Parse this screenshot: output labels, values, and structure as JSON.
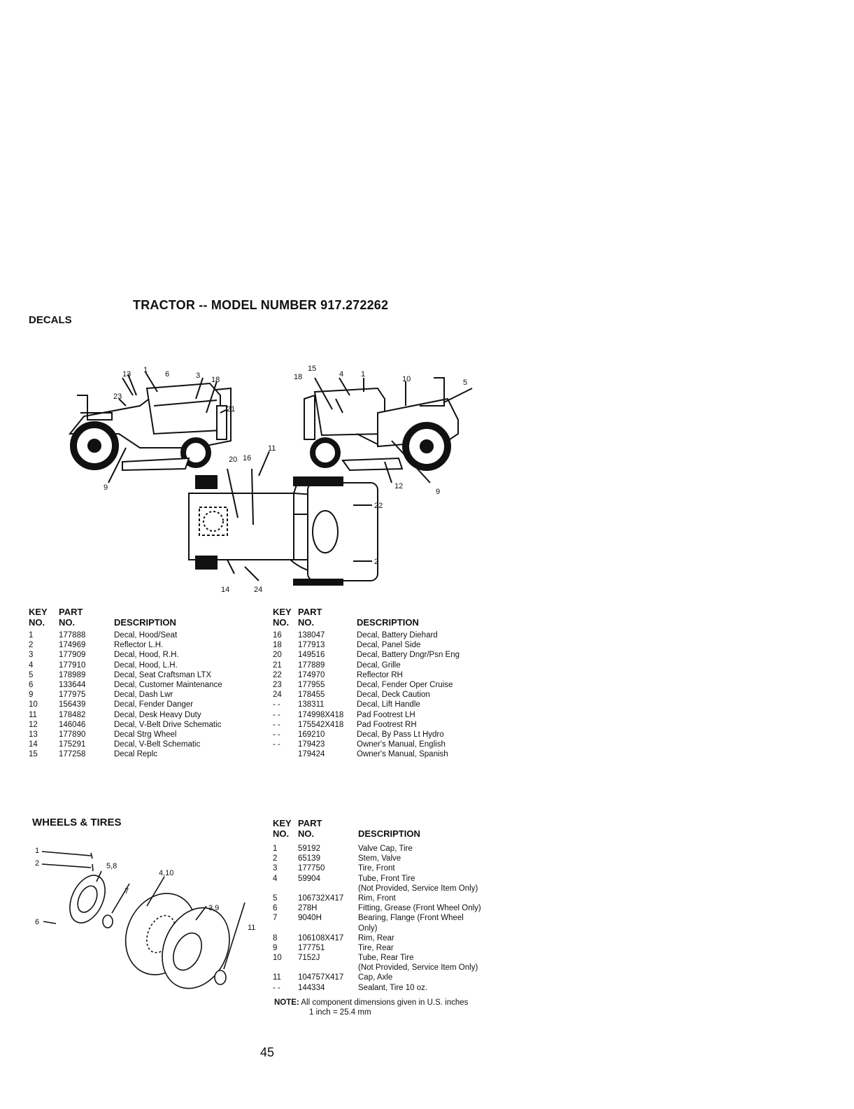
{
  "title": "TRACTOR -- MODEL NUMBER 917.272262",
  "decals": {
    "heading": "DECALS",
    "callouts": {
      "left_side": [
        "13",
        "1",
        "6",
        "3",
        "18",
        "23",
        "21",
        "9"
      ],
      "right_side": [
        "15",
        "18",
        "4",
        "1",
        "10",
        "5",
        "12",
        "9"
      ],
      "top_view": [
        "11",
        "20",
        "16",
        "22",
        "2",
        "14",
        "24"
      ]
    },
    "table_headers": {
      "key1": "KEY",
      "key2": "NO.",
      "part1": "PART",
      "part2": "NO.",
      "desc": "DESCRIPTION"
    },
    "left_rows": [
      {
        "key": "1",
        "part": "177888",
        "desc": "Decal, Hood/Seat"
      },
      {
        "key": "2",
        "part": "174969",
        "desc": "Reflector L.H."
      },
      {
        "key": "3",
        "part": "177909",
        "desc": "Decal, Hood, R.H."
      },
      {
        "key": "4",
        "part": "177910",
        "desc": "Decal, Hood, L.H."
      },
      {
        "key": "5",
        "part": "178989",
        "desc": "Decal, Seat Craftsman LTX"
      },
      {
        "key": "6",
        "part": "133644",
        "desc": "Decal, Customer Maintenance"
      },
      {
        "key": "9",
        "part": "177975",
        "desc": "Decal, Dash Lwr"
      },
      {
        "key": "10",
        "part": "156439",
        "desc": "Decal, Fender Danger"
      },
      {
        "key": "11",
        "part": "178482",
        "desc": "Decal, Desk Heavy Duty"
      },
      {
        "key": "12",
        "part": "146046",
        "desc": "Decal, V-Belt Drive Schematic"
      },
      {
        "key": "13",
        "part": "177890",
        "desc": "Decal Strg Wheel"
      },
      {
        "key": "14",
        "part": "175291",
        "desc": "Decal, V-Belt Schematic"
      },
      {
        "key": "15",
        "part": "177258",
        "desc": "Decal Replc"
      }
    ],
    "right_rows": [
      {
        "key": "16",
        "part": "138047",
        "desc": "Decal, Battery Diehard"
      },
      {
        "key": "18",
        "part": "177913",
        "desc": "Decal, Panel Side"
      },
      {
        "key": "20",
        "part": "149516",
        "desc": "Decal, Battery Dngr/Psn Eng"
      },
      {
        "key": "21",
        "part": "177889",
        "desc": "Decal, Grille"
      },
      {
        "key": "22",
        "part": "174970",
        "desc": "Reflector RH"
      },
      {
        "key": "23",
        "part": "177955",
        "desc": "Decal, Fender Oper Cruise"
      },
      {
        "key": "24",
        "part": "178455",
        "desc": "Decal, Deck Caution"
      },
      {
        "key": "- -",
        "part": "138311",
        "desc": "Decal, Lift Handle"
      },
      {
        "key": "- -",
        "part": "174998X418",
        "desc": "Pad Footrest LH"
      },
      {
        "key": "- -",
        "part": "175542X418",
        "desc": "Pad Footrest RH"
      },
      {
        "key": "- -",
        "part": "169210",
        "desc": "Decal, By Pass Lt Hydro"
      },
      {
        "key": "- -",
        "part": "179423",
        "desc": "Owner's Manual, English"
      },
      {
        "key": "",
        "part": "179424",
        "desc": "Owner's Manual, Spanish"
      }
    ]
  },
  "wheels": {
    "heading": "WHEELS & TIRES",
    "callouts": [
      "1",
      "2",
      "5,8",
      "4,10",
      "7",
      "3,9",
      "6",
      "11"
    ],
    "rows": [
      {
        "key": "1",
        "part": "59192",
        "desc": "Valve Cap, Tire"
      },
      {
        "key": "2",
        "part": "65139",
        "desc": "Stem, Valve"
      },
      {
        "key": "3",
        "part": "177750",
        "desc": "Tire, Front"
      },
      {
        "key": "4",
        "part": "59904",
        "desc": "Tube, Front Tire"
      },
      {
        "key": "",
        "part": "",
        "desc": "(Not Provided, Service Item Only)"
      },
      {
        "key": "5",
        "part": "106732X417",
        "desc": "Rim, Front"
      },
      {
        "key": "6",
        "part": "278H",
        "desc": "Fitting, Grease (Front Wheel Only)"
      },
      {
        "key": "7",
        "part": "9040H",
        "desc": "Bearing, Flange (Front Wheel"
      },
      {
        "key": "",
        "part": "",
        "desc": "Only)"
      },
      {
        "key": "8",
        "part": "106108X417",
        "desc": "Rim, Rear"
      },
      {
        "key": "9",
        "part": "177751",
        "desc": "Tire, Rear"
      },
      {
        "key": "10",
        "part": "7152J",
        "desc": "Tube, Rear Tire"
      },
      {
        "key": "",
        "part": "",
        "desc": "(Not Provided, Service Item Only)"
      },
      {
        "key": "11",
        "part": "104757X417",
        "desc": "Cap, Axle"
      },
      {
        "key": "- -",
        "part": "144334",
        "desc": "Sealant, Tire 10 oz."
      }
    ],
    "note_label": "NOTE:",
    "note_text": "All component dimensions given in U.S. inches",
    "note_conversion": "1 inch = 25.4 mm"
  },
  "page_number": "45"
}
